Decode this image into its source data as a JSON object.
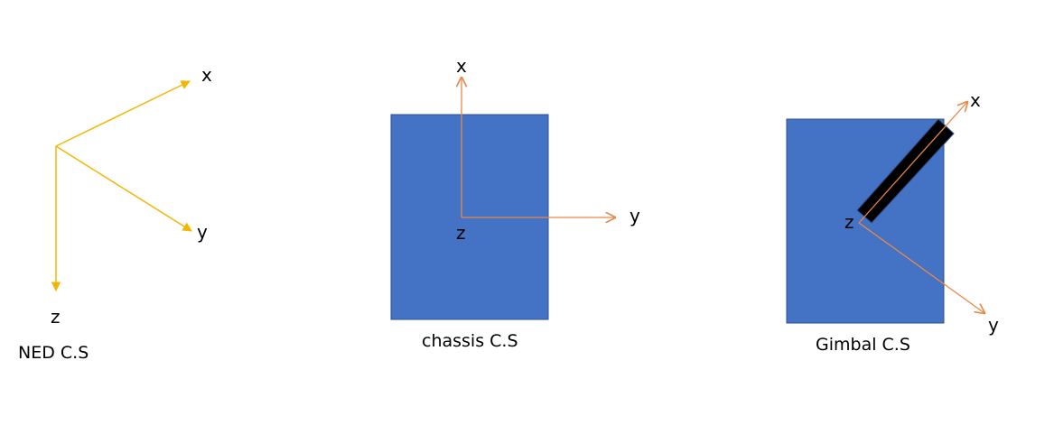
{
  "colors": {
    "ned_axis": "#f2b705",
    "frame_axis": "#e8894a",
    "body_fill": "#4472c4",
    "body_stroke": "#2f528f",
    "gimbal_arm": "#000000",
    "text": "#000000"
  },
  "ned": {
    "caption": "NED C.S",
    "x_label": "x",
    "y_label": "y",
    "z_label": "z"
  },
  "chassis": {
    "caption": "chassis C.S",
    "x_label": "x",
    "y_label": "y",
    "z_label": "z"
  },
  "gimbal": {
    "caption": "Gimbal C.S",
    "x_label": "x",
    "y_label": "y",
    "z_label": "z"
  }
}
